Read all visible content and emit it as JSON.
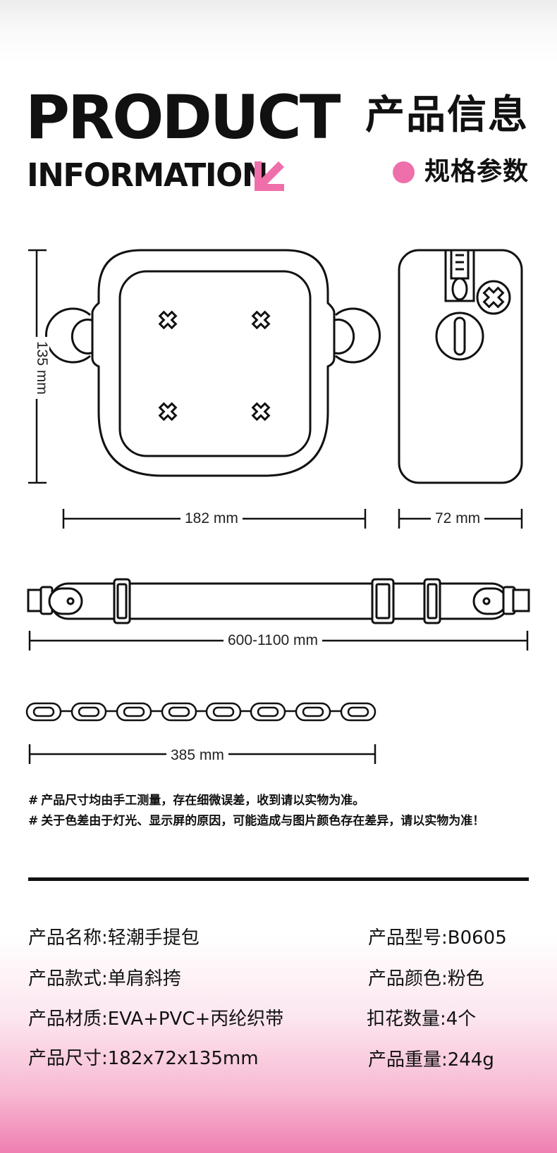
{
  "header": {
    "title_en_line1": "PRODUCT",
    "title_en_line2": "INFORMATION",
    "title_cn": "产品信息",
    "subtitle_cn": "规格参数",
    "accent_color": "#ef6fab"
  },
  "dimensions": {
    "height": "135 mm",
    "width": "182 mm",
    "depth": "72 mm",
    "strap": "600-1100 mm",
    "chain": "385 mm"
  },
  "notes": [
    "产品尺寸均由手工测量，存在细微误差，收到请以实物为准。",
    "关于色差由于灯光、显示屏的原因，可能造成与图片颜色存在差异，请以实物为准！"
  ],
  "note_marker": "#",
  "specs": {
    "name": "产品名称:轻潮手提包",
    "model": "产品型号:B0605",
    "style": "产品款式:单肩斜挎",
    "color": "产品颜色:粉色",
    "material": "产品材质:EVA+PVC+丙纶织带",
    "buttons": "扣花数量:4个",
    "size": "产品尺寸:182x72x135mm",
    "weight": "产品重量:244g"
  }
}
